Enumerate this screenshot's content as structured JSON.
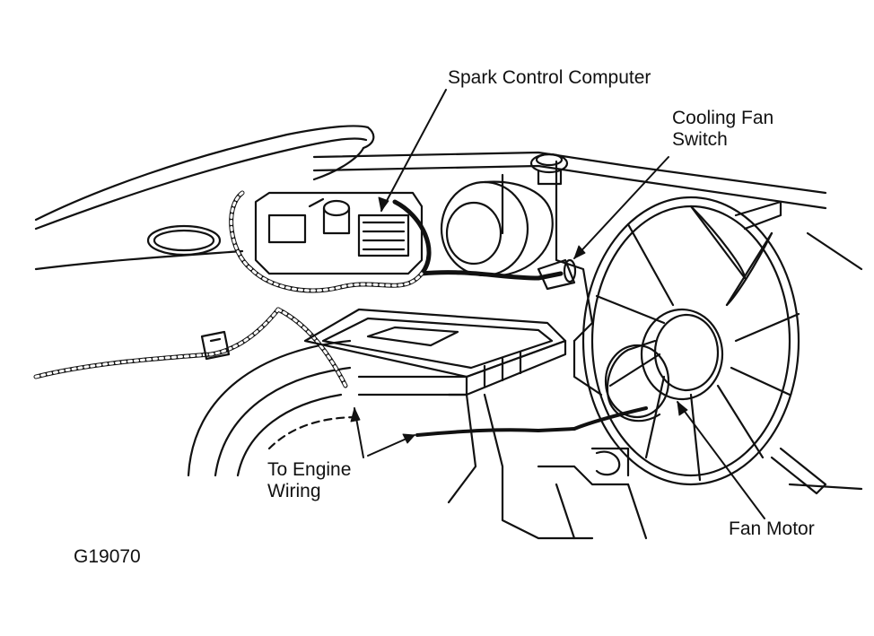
{
  "labels": {
    "spark_control_computer": "Spark Control Computer",
    "cooling_fan_switch_line1": "Cooling Fan",
    "cooling_fan_switch_line2": "Switch",
    "to_engine_wiring_line1": "To Engine",
    "to_engine_wiring_line2": "Wiring",
    "fan_motor": "Fan Motor",
    "figure_id": "G19070"
  },
  "colors": {
    "ink": "#111111",
    "background": "#ffffff"
  }
}
